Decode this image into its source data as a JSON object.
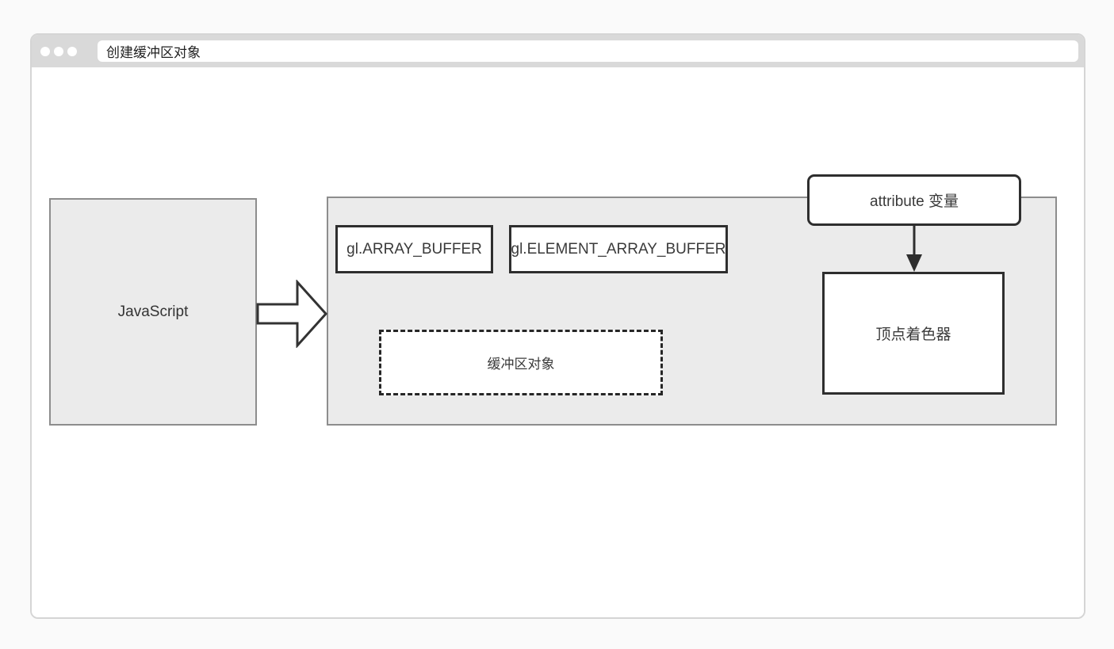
{
  "titlebar": {
    "address_text": "创建缓冲区对象"
  },
  "icons": {
    "window_controls": [
      "window-dot-close",
      "window-dot-minimize",
      "window-dot-maximize"
    ],
    "connectors": [
      "hollow-right-arrow",
      "solid-down-arrow"
    ]
  },
  "diagram": {
    "javascript_label": "JavaScript",
    "array_buffer_label": "gl.ARRAY_BUFFER",
    "element_array_buffer_label": "gl.ELEMENT_ARRAY_BUFFER",
    "buffer_object_label": "缓冲区对象",
    "vertex_shader_label": "顶点着色器",
    "attribute_label": "attribute 变量"
  },
  "colors": {
    "page_bg": "#fafafa",
    "window_border": "#d5d5d5",
    "titlebar_bg": "#d9d9d9",
    "panel_fill": "#ebebeb",
    "panel_border": "#8d8d8d",
    "box_border": "#2e2e2e",
    "text": "#3a3a3a"
  }
}
